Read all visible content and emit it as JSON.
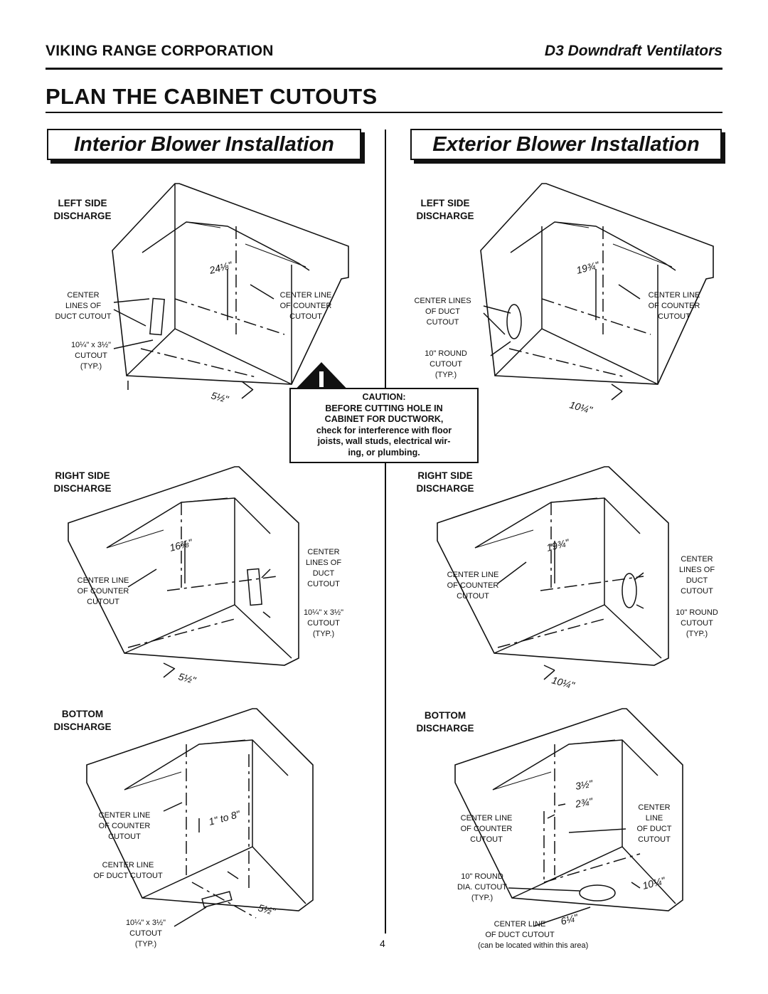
{
  "header": {
    "company": "VIKING RANGE CORPORATION",
    "product": "D3 Downdraft Ventilators"
  },
  "page_title": "PLAN THE CABINET CUTOUTS",
  "sections": {
    "interior": "Interior Blower Installation",
    "exterior": "Exterior Blower Installation"
  },
  "interior": {
    "left": {
      "heading": [
        "LEFT SIDE",
        "DISCHARGE"
      ],
      "label_duct": [
        "CENTER",
        "LINES OF",
        "DUCT CUTOUT"
      ],
      "label_counter": [
        "CENTER LINE",
        "OF COUNTER",
        "CUTOUT"
      ],
      "label_cutout": [
        "10¼\" x 3½\"",
        "CUTOUT",
        "(TYP.)"
      ],
      "dim_a": "24⅛\"",
      "dim_b": "5½\""
    },
    "right": {
      "heading": [
        "RIGHT SIDE",
        "DISCHARGE"
      ],
      "label_counter": [
        "CENTER LINE",
        "OF COUNTER",
        "CUTOUT"
      ],
      "label_duct": [
        "CENTER",
        "LINES OF",
        "DUCT",
        "CUTOUT"
      ],
      "label_cutout": [
        "10¼\" x 3½\"",
        "CUTOUT",
        "(TYP.)"
      ],
      "dim_a": "16⅜\"",
      "dim_b": "5½\""
    },
    "bottom": {
      "heading": [
        "BOTTOM",
        "DISCHARGE"
      ],
      "label_counter": [
        "CENTER LINE",
        "OF COUNTER",
        "CUTOUT"
      ],
      "label_duct": [
        "CENTER LINE",
        "OF DUCT CUTOUT"
      ],
      "label_cutout": [
        "10¼\" x 3½\"",
        "CUTOUT",
        "(TYP.)"
      ],
      "dim_a": "1\" to 8\"",
      "dim_b": "5½\""
    }
  },
  "exterior": {
    "left": {
      "heading": [
        "LEFT SIDE",
        "DISCHARGE"
      ],
      "label_duct": [
        "CENTER LINES",
        "OF DUCT",
        "CUTOUT"
      ],
      "label_counter": [
        "CENTER LINE",
        "OF COUNTER",
        "CUTOUT"
      ],
      "label_cutout": [
        "10\" ROUND",
        "CUTOUT",
        "(TYP.)"
      ],
      "dim_a": "19¾\"",
      "dim_b": "10¼\""
    },
    "right": {
      "heading": [
        "RIGHT SIDE",
        "DISCHARGE"
      ],
      "label_counter": [
        "CENTER LINE",
        "OF COUNTER",
        "CUTOUT"
      ],
      "label_duct": [
        "CENTER",
        "LINES OF",
        "DUCT",
        "CUTOUT"
      ],
      "label_cutout": [
        "10\" ROUND",
        "CUTOUT",
        "(TYP.)"
      ],
      "dim_a": "19¾\"",
      "dim_b": "10¼\""
    },
    "bottom": {
      "heading": [
        "BOTTOM",
        "DISCHARGE"
      ],
      "label_counter": [
        "CENTER LINE",
        "OF COUNTER",
        "CUTOUT"
      ],
      "label_duct": [
        "CENTER",
        "LINE",
        "OF DUCT",
        "CUTOUT"
      ],
      "label_cutout": [
        "10\" ROUND",
        "DIA. CUTOUT",
        "(TYP.)"
      ],
      "label_duct_center": [
        "CENTER LINE",
        "OF DUCT CUTOUT"
      ],
      "note": "(can be located within this area)",
      "dim_a": "3½\"",
      "dim_b": "2¾\"",
      "dim_c": "10¼\"",
      "dim_d": "6¼\""
    }
  },
  "caution": {
    "title": "CAUTION:",
    "line1": "BEFORE CUTTING HOLE IN",
    "line2": "CABINET FOR DUCTWORK,",
    "line3": "check for interference with floor",
    "line4": "joists, wall studs, electrical wir-",
    "line5": "ing, or plumbing."
  },
  "page_number": "4"
}
